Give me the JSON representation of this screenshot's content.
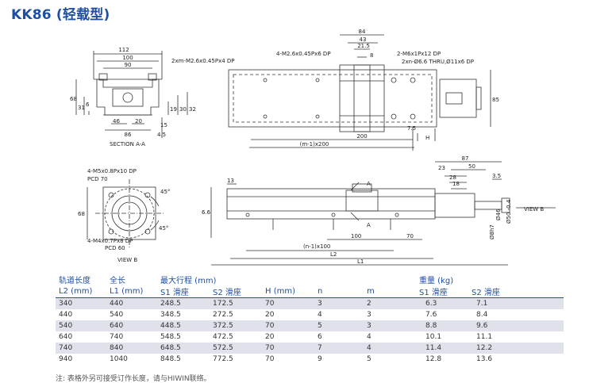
{
  "title": "KK86 (轻载型)",
  "drawing": {
    "section_label": "SECTION A-A",
    "view_b_label": "VIEW B",
    "view_b_arrow_label": "VIEW B",
    "label_a": "A",
    "label_h": "H",
    "notes": {
      "n1": "2xm-M2.6x0.45Px4 DP",
      "n2": "4-M2.6x0.45Px6 DP",
      "n3": "2-M6x1Px12 DP",
      "n4": "2xn-Ø6.6 THRU,Ø11x6 DP",
      "n5": "4-M5x0.8Px10 DP",
      "n6": "PCD 70",
      "n7": "4-M4x0.7Px8 DP",
      "n8": "PCD 60"
    },
    "dims": {
      "d112": "112",
      "d100": "100",
      "d90": "90",
      "d68": "68",
      "d31": "31",
      "d6": "6",
      "d46": "46",
      "d20": "20",
      "d86": "86",
      "d45": "4.5",
      "d19": "19",
      "d30": "30",
      "d32": "32",
      "d15": "15",
      "d84": "84",
      "d43": "43",
      "d215": "21.5",
      "d8": "8",
      "d85": "85",
      "d75": "7.5",
      "d200": "200",
      "dm1": "(m-1)x200",
      "d87": "87",
      "d50": "50",
      "d23": "23",
      "d28": "28",
      "d18": "18",
      "d35": "3.5",
      "d13": "13",
      "d66": "6.6",
      "d68b": "68",
      "d100b": "100",
      "d70": "70",
      "dn1": "(n-1)x100",
      "dL2": "L2",
      "dL1": "L1",
      "d46b": "Ø46",
      "d50b": "Ø50 -0.4",
      "d8h7": "Ø8h7",
      "a45a": "45°",
      "a45b": "45°"
    }
  },
  "table": {
    "header1": {
      "rail": "轨道长度",
      "total": "全长",
      "stroke": "最大行程 (mm)",
      "weight": "重量 (kg)"
    },
    "header2": {
      "rail": "L2 (mm)",
      "total": "L1 (mm)",
      "s1": "S1 滑座",
      "s2": "S2 滑座",
      "h": "H (mm)",
      "n": "n",
      "m": "m",
      "w1": "S1 滑座",
      "w2": "S2 滑座"
    },
    "rows": [
      [
        "340",
        "440",
        "248.5",
        "172.5",
        "70",
        "3",
        "2",
        "6.3",
        "7.1"
      ],
      [
        "440",
        "540",
        "348.5",
        "272.5",
        "20",
        "4",
        "3",
        "7.6",
        "8.4"
      ],
      [
        "540",
        "640",
        "448.5",
        "372.5",
        "70",
        "5",
        "3",
        "8.8",
        "9.6"
      ],
      [
        "640",
        "740",
        "548.5",
        "472.5",
        "20",
        "6",
        "4",
        "10.1",
        "11.1"
      ],
      [
        "740",
        "840",
        "648.5",
        "572.5",
        "70",
        "7",
        "4",
        "11.4",
        "12.2"
      ],
      [
        "940",
        "1040",
        "848.5",
        "772.5",
        "70",
        "9",
        "5",
        "12.8",
        "13.6"
      ]
    ]
  },
  "footnote": "注: 表格外另可接受订作长度，请与HIWIN联络。"
}
